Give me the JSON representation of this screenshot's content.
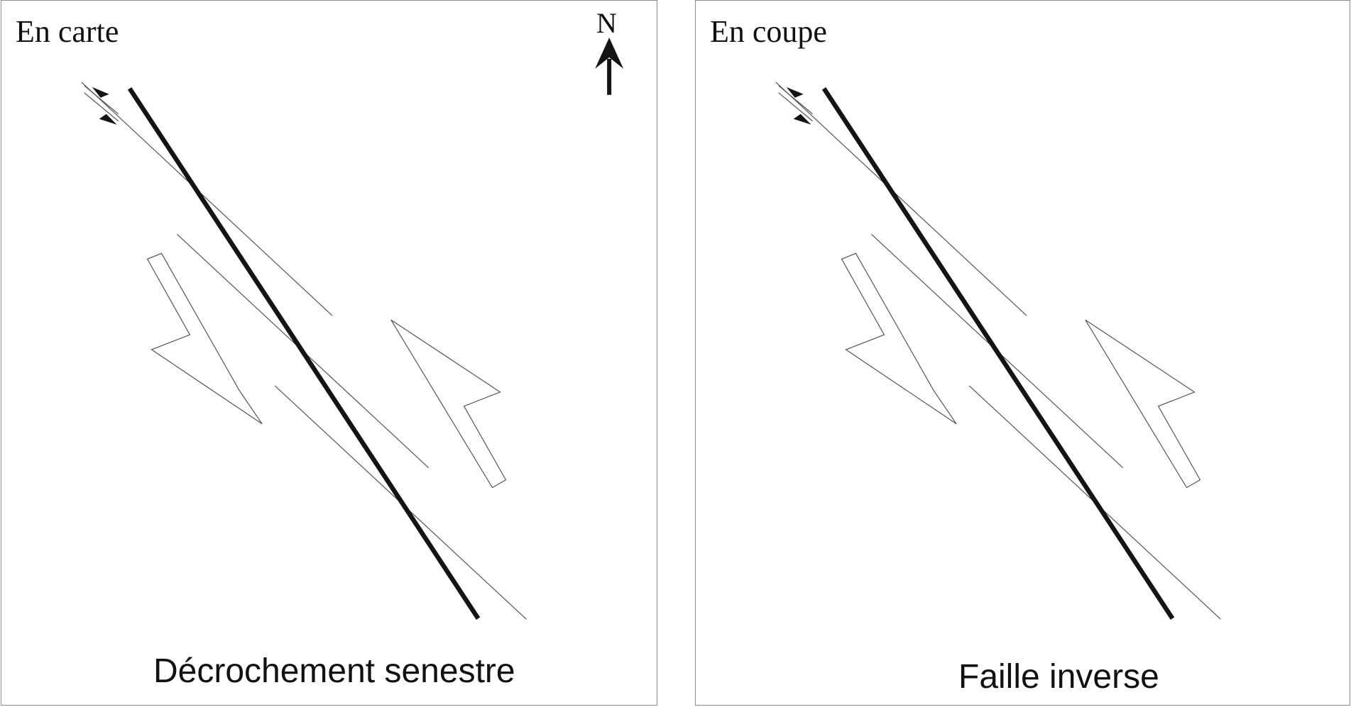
{
  "panels": {
    "left": {
      "view_title": "En carte",
      "caption": "Décrochement senestre",
      "north_label": "N"
    },
    "right": {
      "view_title": "En coupe",
      "caption": "Faille inverse"
    }
  },
  "colors": {
    "fault": "#141414",
    "strata": "#555555",
    "border": "#8c8c8c"
  },
  "icons": [
    "north-arrow-icon",
    "shear-sense-arrows-icon"
  ]
}
